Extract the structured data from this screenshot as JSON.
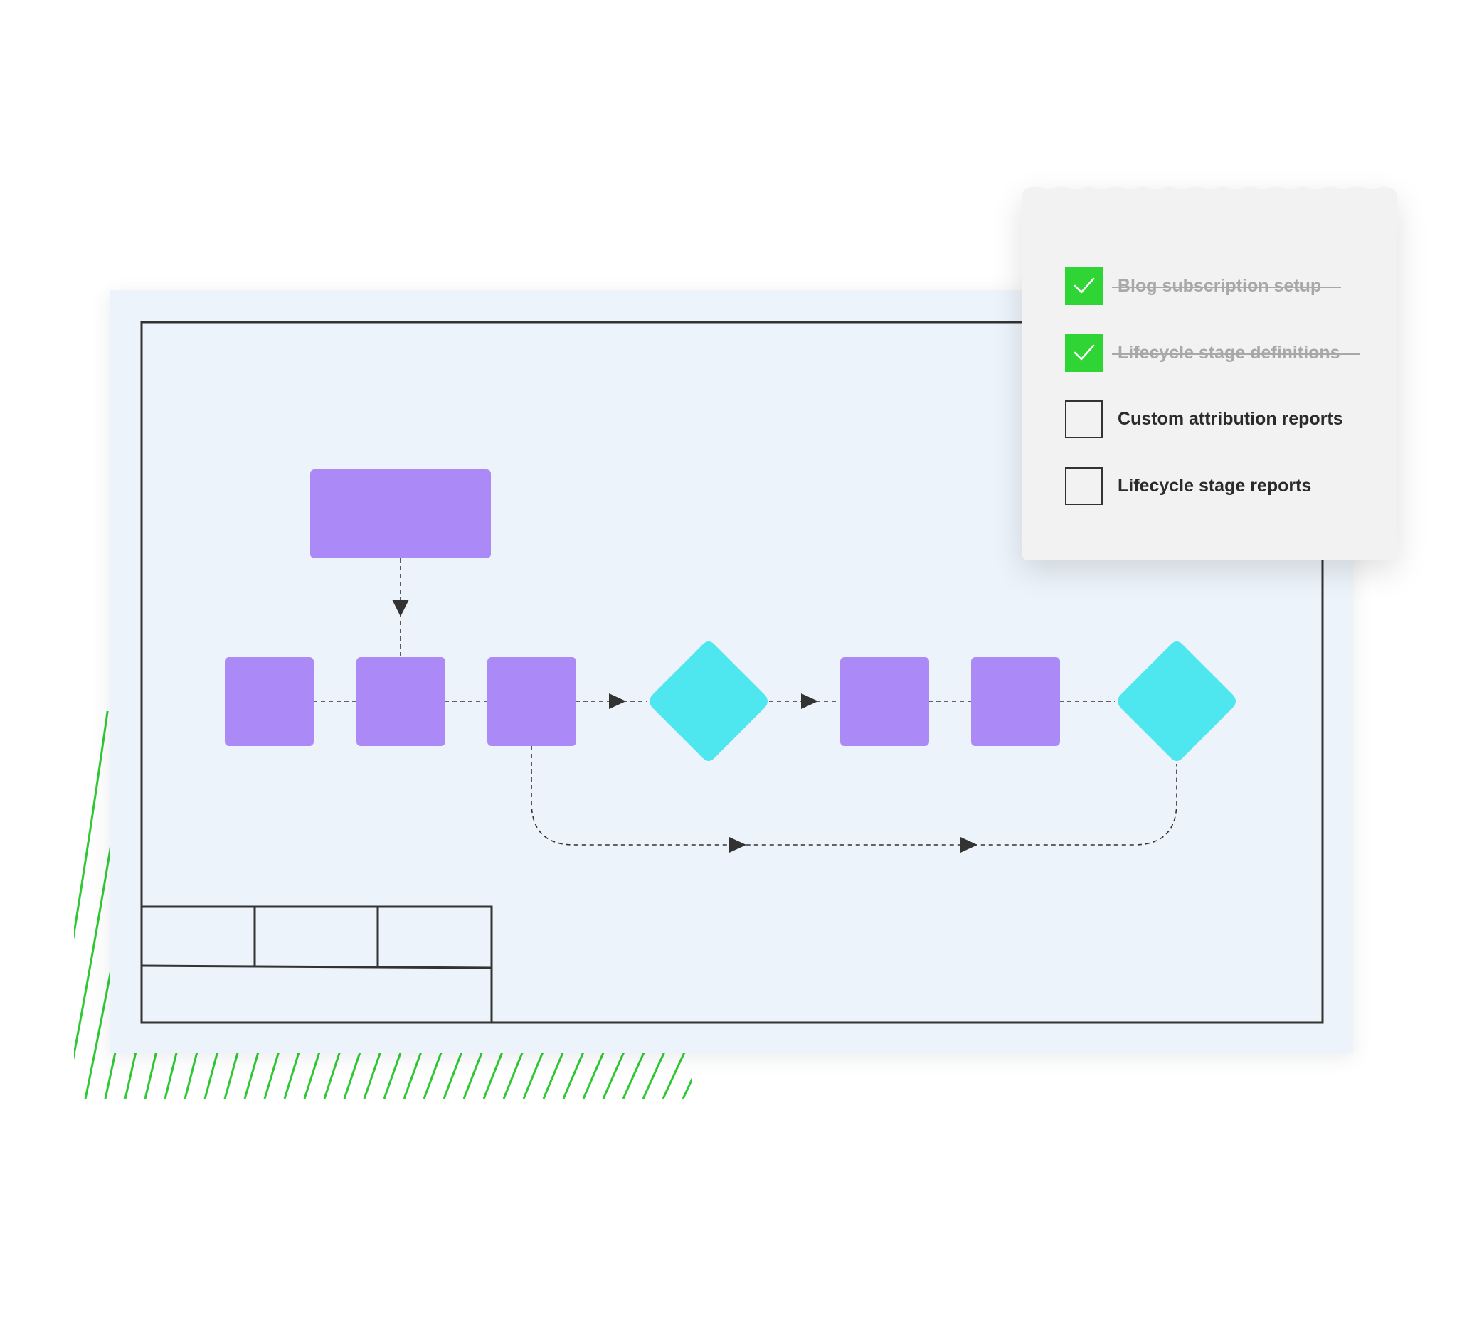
{
  "checklist": {
    "items": [
      {
        "label": "Blog subscription setup",
        "checked": true
      },
      {
        "label": "Lifecycle stage definitions",
        "checked": true
      },
      {
        "label": "Custom attribution reports",
        "checked": false
      },
      {
        "label": "Lifecycle stage reports",
        "checked": false
      }
    ]
  },
  "colors": {
    "process_node": "#ab8af7",
    "decision_node": "#4ee6ef",
    "frame_line": "#333333",
    "canvas_background": "#ecf3fa",
    "checked_box": "#2fd435",
    "hatch_lines": "#2fc935",
    "card_background": "#f2f2f2"
  },
  "icons": {
    "checked": "checkmark-icon"
  }
}
